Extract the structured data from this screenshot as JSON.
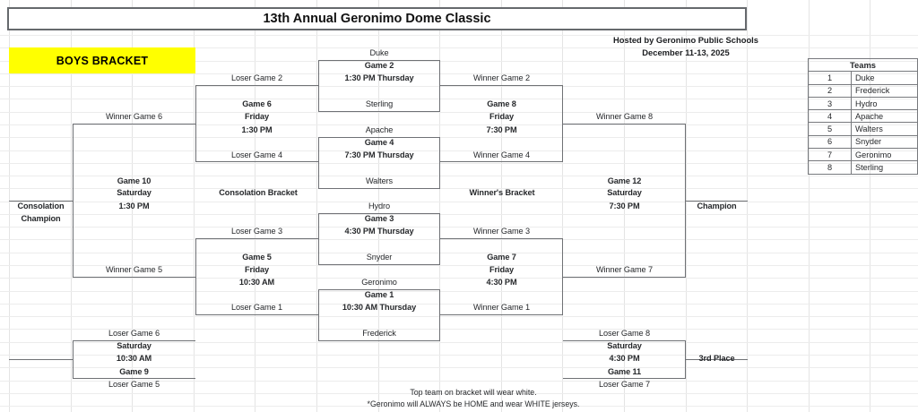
{
  "title": "13th Annual Geronimo Dome Classic",
  "banner": {
    "label": "BOYS BRACKET",
    "color": "#ffff00"
  },
  "host": {
    "line1": "Hosted by Geronimo Public Schools",
    "line2": "December 11-13, 2025"
  },
  "footnote": {
    "line1": "Top team on bracket will wear white.",
    "line2": "*Geronimo will ALWAYS be HOME and wear WHITE jerseys."
  },
  "section_labels": {
    "consolation_bracket": "Consolation Bracket",
    "winners_bracket": "Winner's Bracket"
  },
  "outcomes": {
    "consolation_champion_l1": "Consolation",
    "consolation_champion_l2": "Champion",
    "champion": "Champion",
    "third_place": "3rd Place"
  },
  "teams_table": {
    "header": "Teams",
    "rows": [
      {
        "seed": "1",
        "name": "Duke"
      },
      {
        "seed": "2",
        "name": "Frederick"
      },
      {
        "seed": "3",
        "name": "Hydro"
      },
      {
        "seed": "4",
        "name": "Apache"
      },
      {
        "seed": "5",
        "name": "Walters"
      },
      {
        "seed": "6",
        "name": "Snyder"
      },
      {
        "seed": "7",
        "name": "Geronimo"
      },
      {
        "seed": "8",
        "name": "Sterling"
      }
    ]
  },
  "round1": [
    {
      "id": "game2",
      "top": "Duke",
      "bottom": "Sterling",
      "game": "Game 2",
      "time": "1:30 PM Thursday"
    },
    {
      "id": "game4",
      "top": "Apache",
      "bottom": "Walters",
      "game": "Game 4",
      "time": "7:30 PM Thursday"
    },
    {
      "id": "game3",
      "top": "Hydro",
      "bottom": "Snyder",
      "game": "Game 3",
      "time": "4:30 PM Thursday"
    },
    {
      "id": "game1",
      "top": "Geronimo",
      "bottom": "Frederick",
      "game": "Game 1",
      "time": "10:30 AM Thursday"
    }
  ],
  "consolation": {
    "game6": {
      "top": "Loser Game 2",
      "bottom": "Loser Game 4",
      "game": "Game 6",
      "day": "Friday",
      "time": "1:30 PM"
    },
    "game5": {
      "top": "Loser Game 3",
      "bottom": "Loser Game 1",
      "game": "Game 5",
      "day": "Friday",
      "time": "10:30 AM"
    },
    "game10": {
      "top": "Winner Game 6",
      "bottom": "Winner Game 5",
      "game": "Game 10",
      "day": "Saturday",
      "time": "1:30 PM"
    },
    "game9": {
      "top": "Loser Game 6",
      "bottom": "Loser Game 5",
      "game": "Game 9",
      "day": "Saturday",
      "time": "10:30 AM"
    }
  },
  "winners": {
    "game8": {
      "top": "Winner Game 2",
      "bottom": "Winner Game 4",
      "game": "Game 8",
      "day": "Friday",
      "time": "7:30 PM"
    },
    "game7": {
      "top": "Winner Game 3",
      "bottom": "Winner Game 1",
      "game": "Game 7",
      "day": "Friday",
      "time": "4:30 PM"
    },
    "game12": {
      "top": "Winner Game 8",
      "bottom": "Winner Game 7",
      "game": "Game 12",
      "day": "Saturday",
      "time": "7:30 PM"
    },
    "game11": {
      "top": "Loser Game 8",
      "bottom": "Loser Game 7",
      "game": "Game 11",
      "day": "Saturday",
      "time": "4:30 PM"
    }
  }
}
